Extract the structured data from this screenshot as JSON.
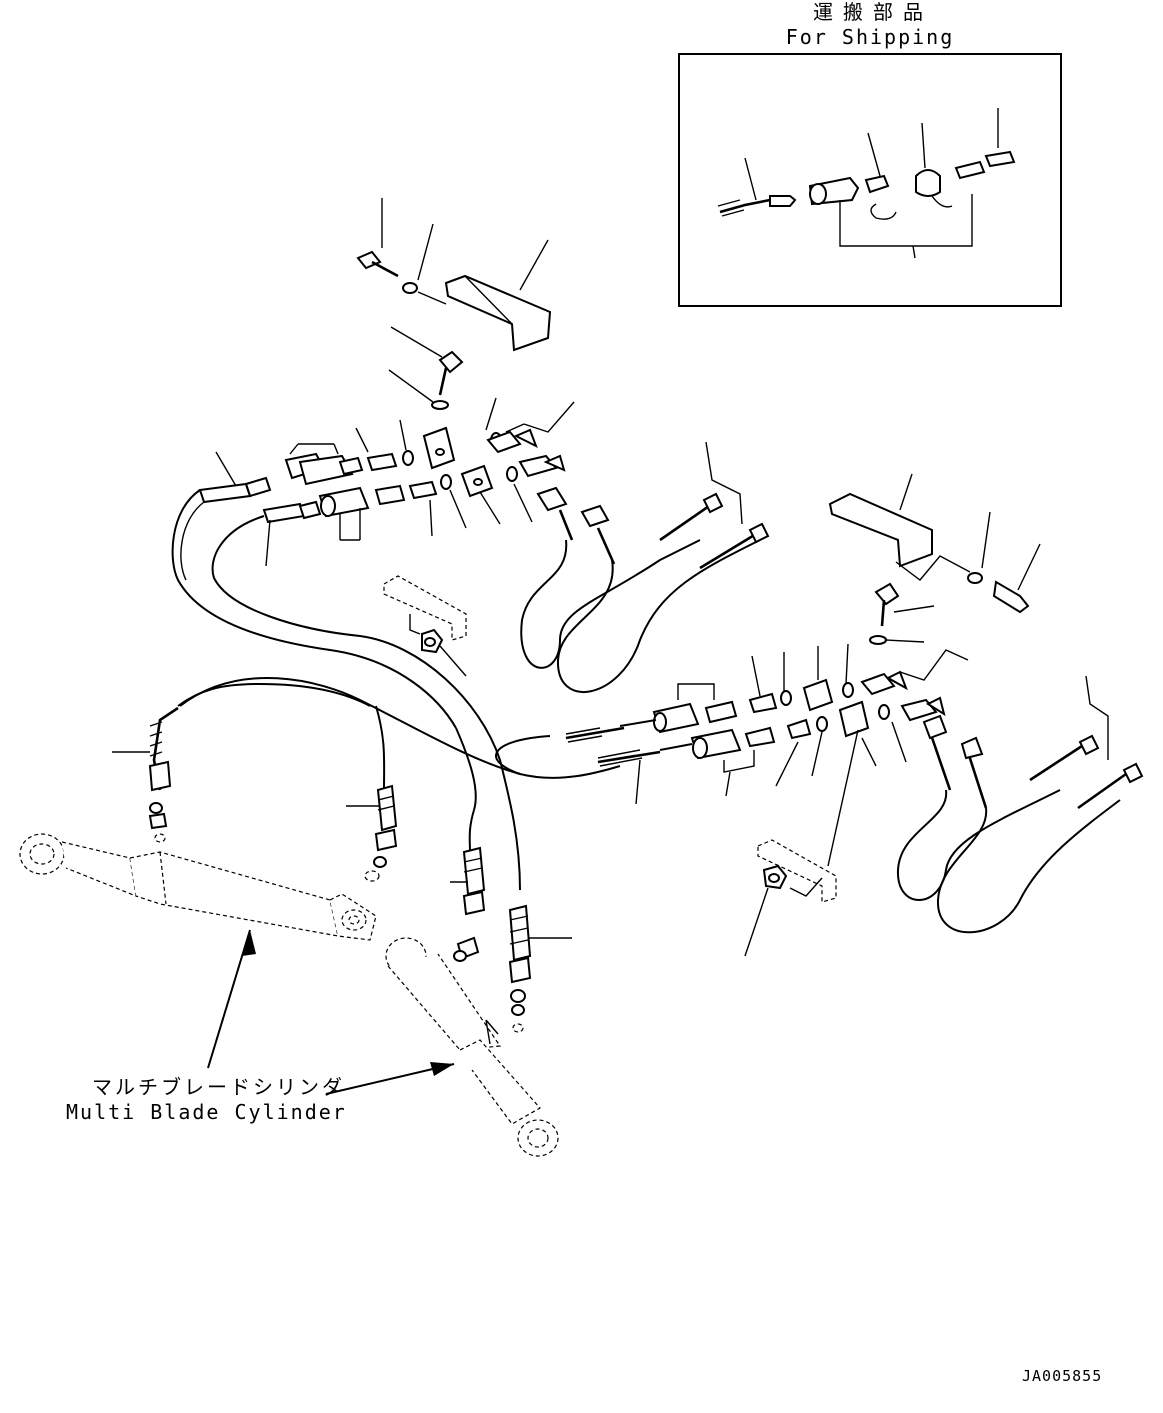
{
  "shipping_box": {
    "title_jp": "運搬部品",
    "title_en": "For Shipping"
  },
  "cylinder_label": {
    "jp": "マルチブレードシリンダ",
    "en": "Multi Blade Cylinder"
  },
  "drawing_code": "JA005855"
}
